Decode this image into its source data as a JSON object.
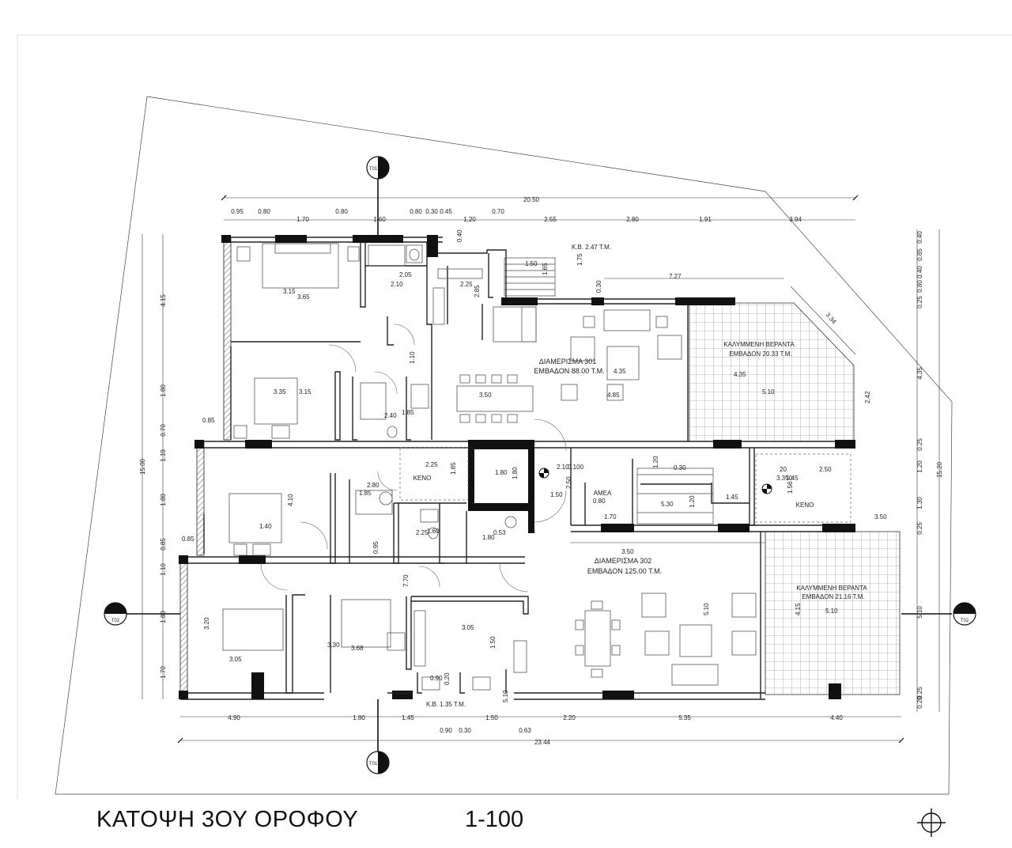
{
  "drawing": {
    "title": "ΚΑΤΟΨΗ 3ΟΥ ΟΡΟΦΟΥ",
    "scale": "1-100"
  },
  "section_markers": {
    "t01": "T01",
    "t02": "T02"
  },
  "rooms": {
    "apt301_name": "ΔΙΑΜΕΡΙΣΜΑ 301",
    "apt301_area": "ΕΜΒΑΔΟΝ 88.00 Τ.Μ.",
    "apt302_name": "ΔΙΑΜΕΡΙΣΜΑ 302",
    "apt302_area": "ΕΜΒΑΔΟΝ 125.00 Τ.Μ.",
    "veranda1_name": "ΚΑΛΥΜΜΕΝΗ ΒΕΡΑΝΤΑ",
    "veranda1_area": "ΕΜΒΑΔΟΝ 20.33 Τ.Μ.",
    "veranda2_name": "ΚΑΛΥΜΜΕΝΗ ΒΕΡΑΝΤΑ",
    "veranda2_area": "ΕΜΒΑΔΟΝ 21.16 Τ.Μ.",
    "void1": "ΚΕΝΟ",
    "void2": "ΚΕΝΟ",
    "amea": "ΑΜΕΑ",
    "kb1": "Κ.Β. 2.47 Τ.Μ.",
    "kb2": "Κ.Β. 1.35 Τ.Μ."
  },
  "dims": {
    "top_overall": "20.50",
    "top_row": [
      "0.95",
      "0.80",
      "1.70",
      "0.80",
      "1.60",
      "0.80",
      "0.30",
      "0.45",
      "1.20",
      "0.70",
      "2.55",
      "2.80",
      "1.91",
      "3.94"
    ],
    "bottom_row": [
      "4.90",
      "1.80",
      "1.45",
      "1.50",
      "2.20",
      "5.35",
      "4.40"
    ],
    "bottom_sub": [
      "0.90",
      "0.30",
      "0.63"
    ],
    "bottom_overall": "23.44",
    "left_overall": "15.00",
    "left_row": [
      "4.15",
      "1.80",
      "0.70",
      "1.10",
      "1.80",
      "0.85",
      "1.10",
      "1.80",
      "1.70"
    ],
    "right_overall": "15.20",
    "right_row": [
      "0.40",
      "0.85",
      "0.40",
      "0.25",
      "0.80",
      "4.35",
      "0.25",
      "1.20",
      "1.30",
      "0.25",
      "5.10",
      "0.20",
      "0.25"
    ],
    "interior": [
      "3.15",
      "3.65",
      "2.05",
      "2.10",
      "2.25",
      "2.85",
      "1.50",
      "1.65",
      "1.75",
      "0.40",
      "0.30",
      "7.27",
      "3.34",
      "1.10",
      "3.35",
      "3.15",
      "2.40",
      "1.85",
      "3.50",
      "4.85",
      "4.35",
      "4.35",
      "5.10",
      "2.42",
      "0.85",
      "2.25",
      "1.85",
      "1.80",
      "1.80",
      "2.10",
      "0.100",
      "2.50",
      "1.50",
      "0.80",
      "1.70",
      "0.30",
      "1.20",
      "5.30",
      "1.20",
      "1.45",
      "20",
      "3.350",
      "1.45",
      "2.50",
      "1.56",
      "3.50",
      "4.10",
      "1.40",
      "2.80",
      "1.85",
      "2.25",
      "1.60",
      "1.80",
      "0.53",
      "0.85",
      "0.95",
      "7.70",
      "3.50",
      "3.20",
      "3.05",
      "3.30",
      "3.68",
      "3.05",
      "1.50",
      "0.90",
      "0.20",
      "5.10",
      "5.10",
      "4.15",
      "5.10"
    ]
  }
}
